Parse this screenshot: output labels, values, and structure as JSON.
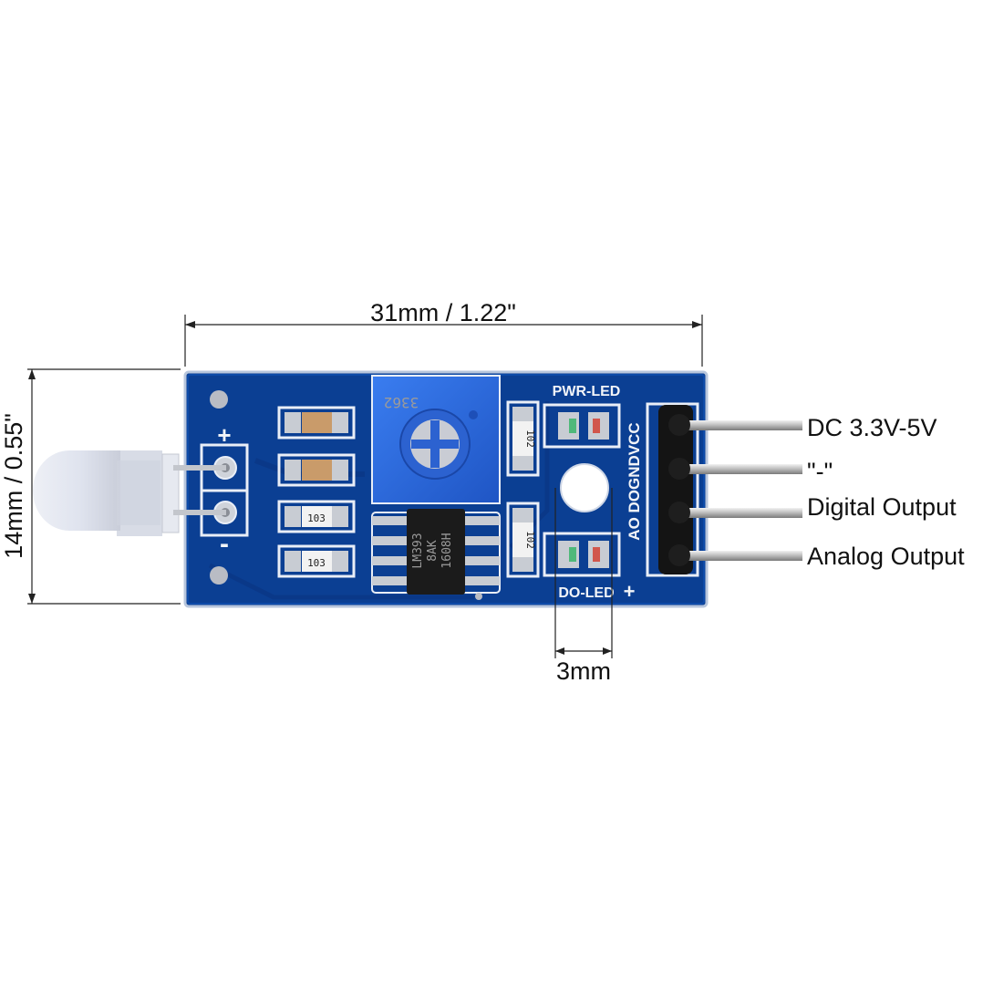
{
  "dimensions": {
    "width_label": "31mm / 1.22\"",
    "height_label": "14mm / 0.55\"",
    "hole_label": "3mm"
  },
  "pins": [
    {
      "label": "DC 3.3V-5V"
    },
    {
      "label": "\"-\""
    },
    {
      "label": "Digital Output"
    },
    {
      "label": "Analog Output"
    }
  ],
  "board": {
    "silkscreen_plus": "+",
    "silkscreen_minus": "-",
    "pwr_led": "PWR-LED",
    "do_led": "DO-LED",
    "pin_labels": "AO DOGNDVCC",
    "pin_plus": "+",
    "chip_line1": "LM393",
    "chip_line2": "8AK",
    "chip_line3": "1608H",
    "pot_code": "3362",
    "resistor_1": "103",
    "resistor_2": "103",
    "resistor_3": "102",
    "resistor_4": "102"
  },
  "colors": {
    "pcb": "#0a3d8f",
    "pcb_dark": "#062c6e",
    "pot": "#2a66d8",
    "header": "#111111"
  }
}
